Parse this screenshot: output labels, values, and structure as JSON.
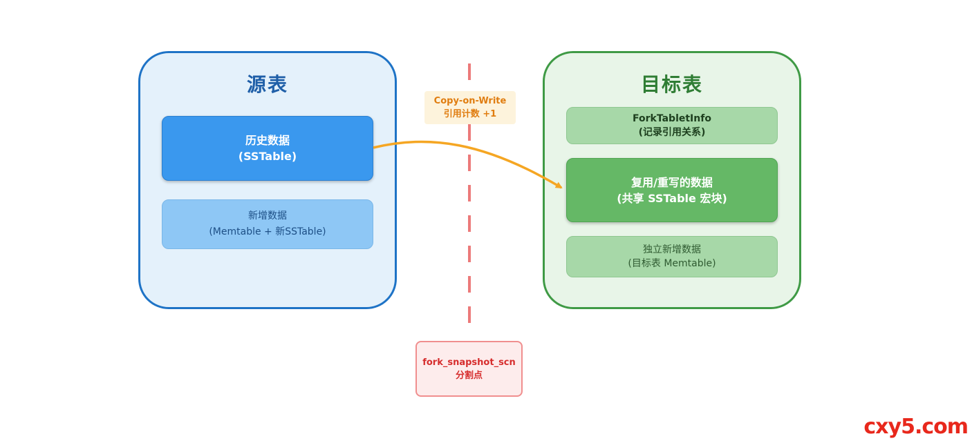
{
  "source_panel": {
    "title": "源表"
  },
  "target_panel": {
    "title": "目标表"
  },
  "boxes": {
    "history": {
      "line1": "历史数据",
      "line2": "(SSTable)"
    },
    "new_data": {
      "line1": "新增数据",
      "line2": "(Memtable + 新SSTable)"
    },
    "fork_info": {
      "line1": "ForkTabletInfo",
      "line2": "(记录引用关系)"
    },
    "reuse": {
      "line1": "复用/重写的数据",
      "line2": "(共享 SSTable 宏块)"
    },
    "independent": {
      "line1": "独立新增数据",
      "line2": "(目标表 Memtable)"
    }
  },
  "cow_label": {
    "line1": "Copy-on-Write",
    "line2": "引用计数 +1"
  },
  "split_point": {
    "line1": "fork_snapshot_scn",
    "line2": "分割点"
  },
  "watermark": "cxy5.com",
  "colors": {
    "source_accent": "#1e73c6",
    "target_accent": "#3f9a45",
    "arrow": "#f5a623",
    "divider": "#ec7a7a"
  }
}
